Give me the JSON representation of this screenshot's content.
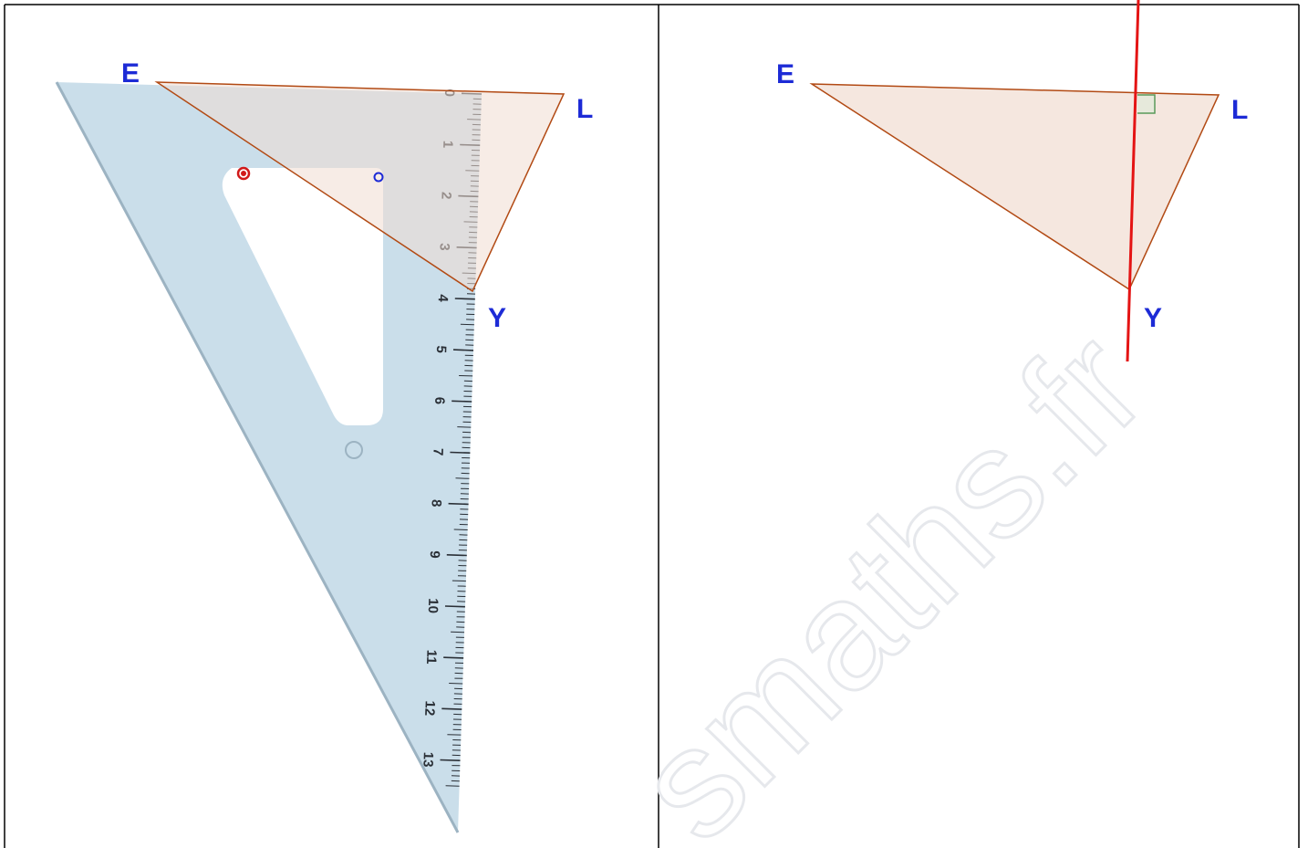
{
  "colors": {
    "border": "#000000",
    "point_label": "#1d2bd6",
    "triangle_fill": "#f1ddd2",
    "triangle_stroke": "#b24a14",
    "perpendicular_line": "#e41414",
    "right_angle_marker": "#5a9a5a",
    "setsquare_fill": "#c5dbe8",
    "setsquare_edge": "#9cb3c2",
    "ruler_ticks": "#2a2f36",
    "marker_red": "#d11a1a",
    "marker_blue": "#1d2bd6"
  },
  "left_panel": {
    "points": {
      "E": "E",
      "L": "L",
      "Y": "Y"
    },
    "ruler_numbers": [
      "0",
      "1",
      "2",
      "3",
      "4",
      "5",
      "6",
      "7",
      "8",
      "9",
      "10",
      "11",
      "12",
      "13"
    ]
  },
  "right_panel": {
    "points": {
      "E": "E",
      "L": "L",
      "Y": "Y"
    }
  },
  "watermark": "smaths.fr"
}
